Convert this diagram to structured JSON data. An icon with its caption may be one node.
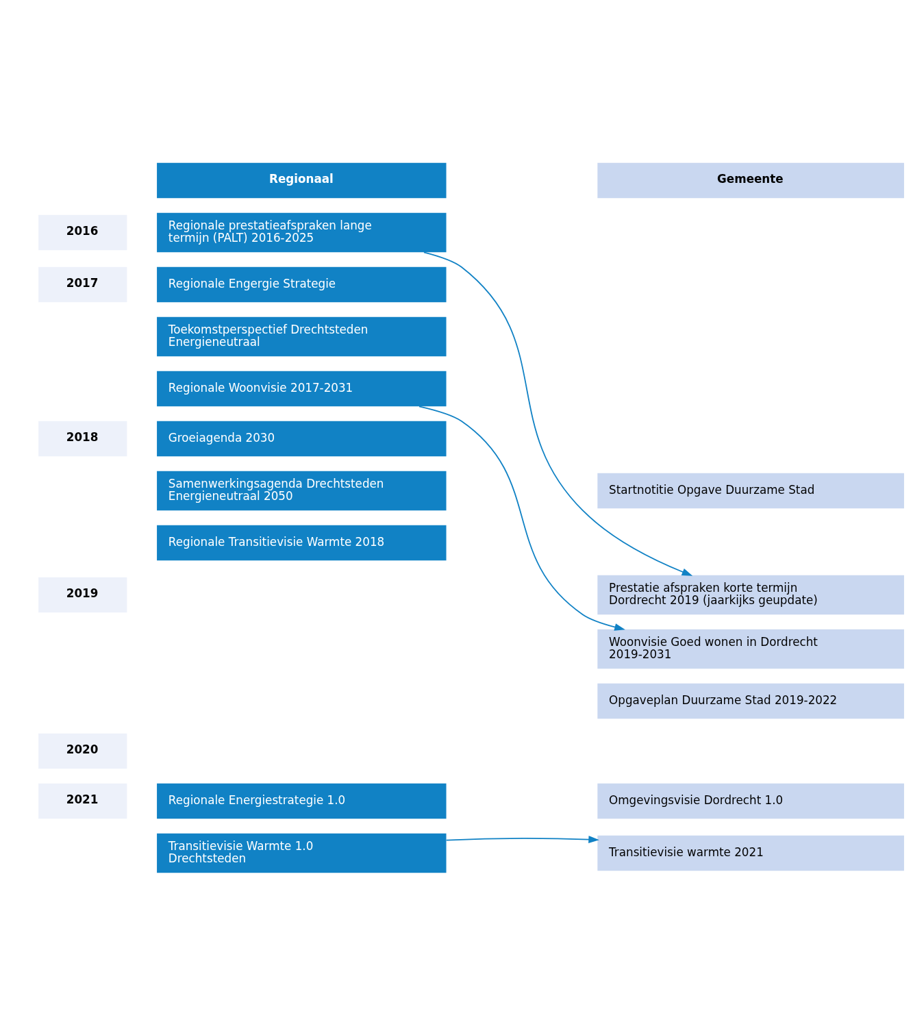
{
  "diagram": {
    "nodes": [
      {
        "text": [
          "Regionaal"
        ]
      },
      {
        "text": [
          "Gemeente"
        ]
      },
      {
        "text": [
          "2016"
        ]
      },
      {
        "text": [
          "Regionale prestatieafspraken lange termijn (PALT) 2016-2025"
        ]
      },
      {
        "text": [
          "2017"
        ]
      },
      {
        "text": [
          "Regionale Engergie Strategie"
        ]
      },
      {
        "text": [
          "Toekomstperspectief Drechtsteden Energieneutraal"
        ]
      },
      {
        "text": [
          "Regionale Woonvisie 2017-2031"
        ]
      },
      {
        "text": [
          "2018"
        ]
      },
      {
        "text": [
          "Groeiagenda 2030"
        ]
      },
      {
        "text": [
          "Samenwerkingsagenda Drechtsteden Energieneutraal 2050"
        ]
      },
      {
        "text": [
          "Startnotitie Opgave Duurzame Stad"
        ]
      },
      {
        "text": [
          "Regionale Transitievisie Warmte 2018"
        ]
      },
      {
        "text": [
          "2019"
        ]
      },
      {
        "text": [
          "Prestatie afspraken korte termijn Dordrecht 2019 (jaarkijks geupdate)"
        ]
      },
      {
        "text": [
          "Woonvisie Goed wonen in Dordrecht 2019-2031"
        ]
      },
      {
        "text": [
          "Opgaveplan Duurzame Stad 2019-2022"
        ]
      },
      {
        "text": [
          "2020"
        ]
      },
      {
        "text": [
          "2021"
        ]
      },
      {
        "text": [
          "Regionale Energiestrategie 1.0"
        ]
      },
      {
        "text": [
          "Omgevingsvisie Dordrecht 1.0"
        ]
      },
      {
        "text": [
          "Transitievisie Warmte 1.0 Drechtsteden"
        ]
      },
      {
        "text": [
          "Transitievisie warmte 2021"
        ]
      }
    ],
    "edges": [
      {
        "from": 3,
        "to": 14,
        "arrow": "to"
      },
      {
        "from": 7,
        "to": 15,
        "arrow": "to"
      },
      {
        "from": 21,
        "to": 22,
        "arrow": "to"
      }
    ]
  }
}
